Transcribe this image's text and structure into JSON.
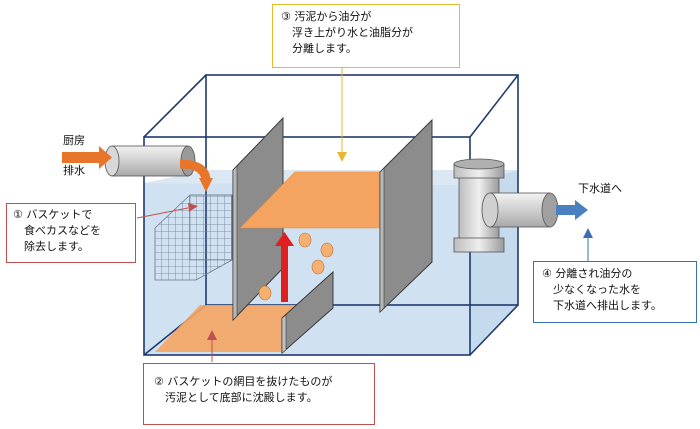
{
  "labels": {
    "inlet_line1": "厨房",
    "inlet_line2": "排水",
    "outlet": "下水道へ"
  },
  "callouts": {
    "step1": [
      "① バスケットで",
      "　食べカスなどを",
      "　除去します。"
    ],
    "step2": [
      "② バスケットの網目を抜けたものが",
      "　汚泥として底部に沈殿します。"
    ],
    "step3": [
      "③ 汚泥から油分が",
      "　浮き上がり水と油脂分が",
      "　分離します。"
    ],
    "step4": [
      "④ 分離され油分の",
      "　少なくなった水を",
      "　下水道へ排出します。"
    ]
  },
  "colors": {
    "frame": "#1f3a6e",
    "water": "#cfe0f0",
    "partition": "#8c8c8c",
    "oil_layer": "#f4a460",
    "sludge_layer": "#f4a460",
    "flow_in_arrow": "#e8762a",
    "flow_out_arrow": "#4a7fc0",
    "rise_arrow": "#e02020",
    "callout_red": "#c05050",
    "callout_yellow": "#e8b830",
    "callout_blue": "#3a6fb0"
  },
  "icons": [
    "inlet-pipe-icon",
    "outlet-pipe-icon",
    "basket-mesh-icon",
    "oil-droplet-icon"
  ]
}
